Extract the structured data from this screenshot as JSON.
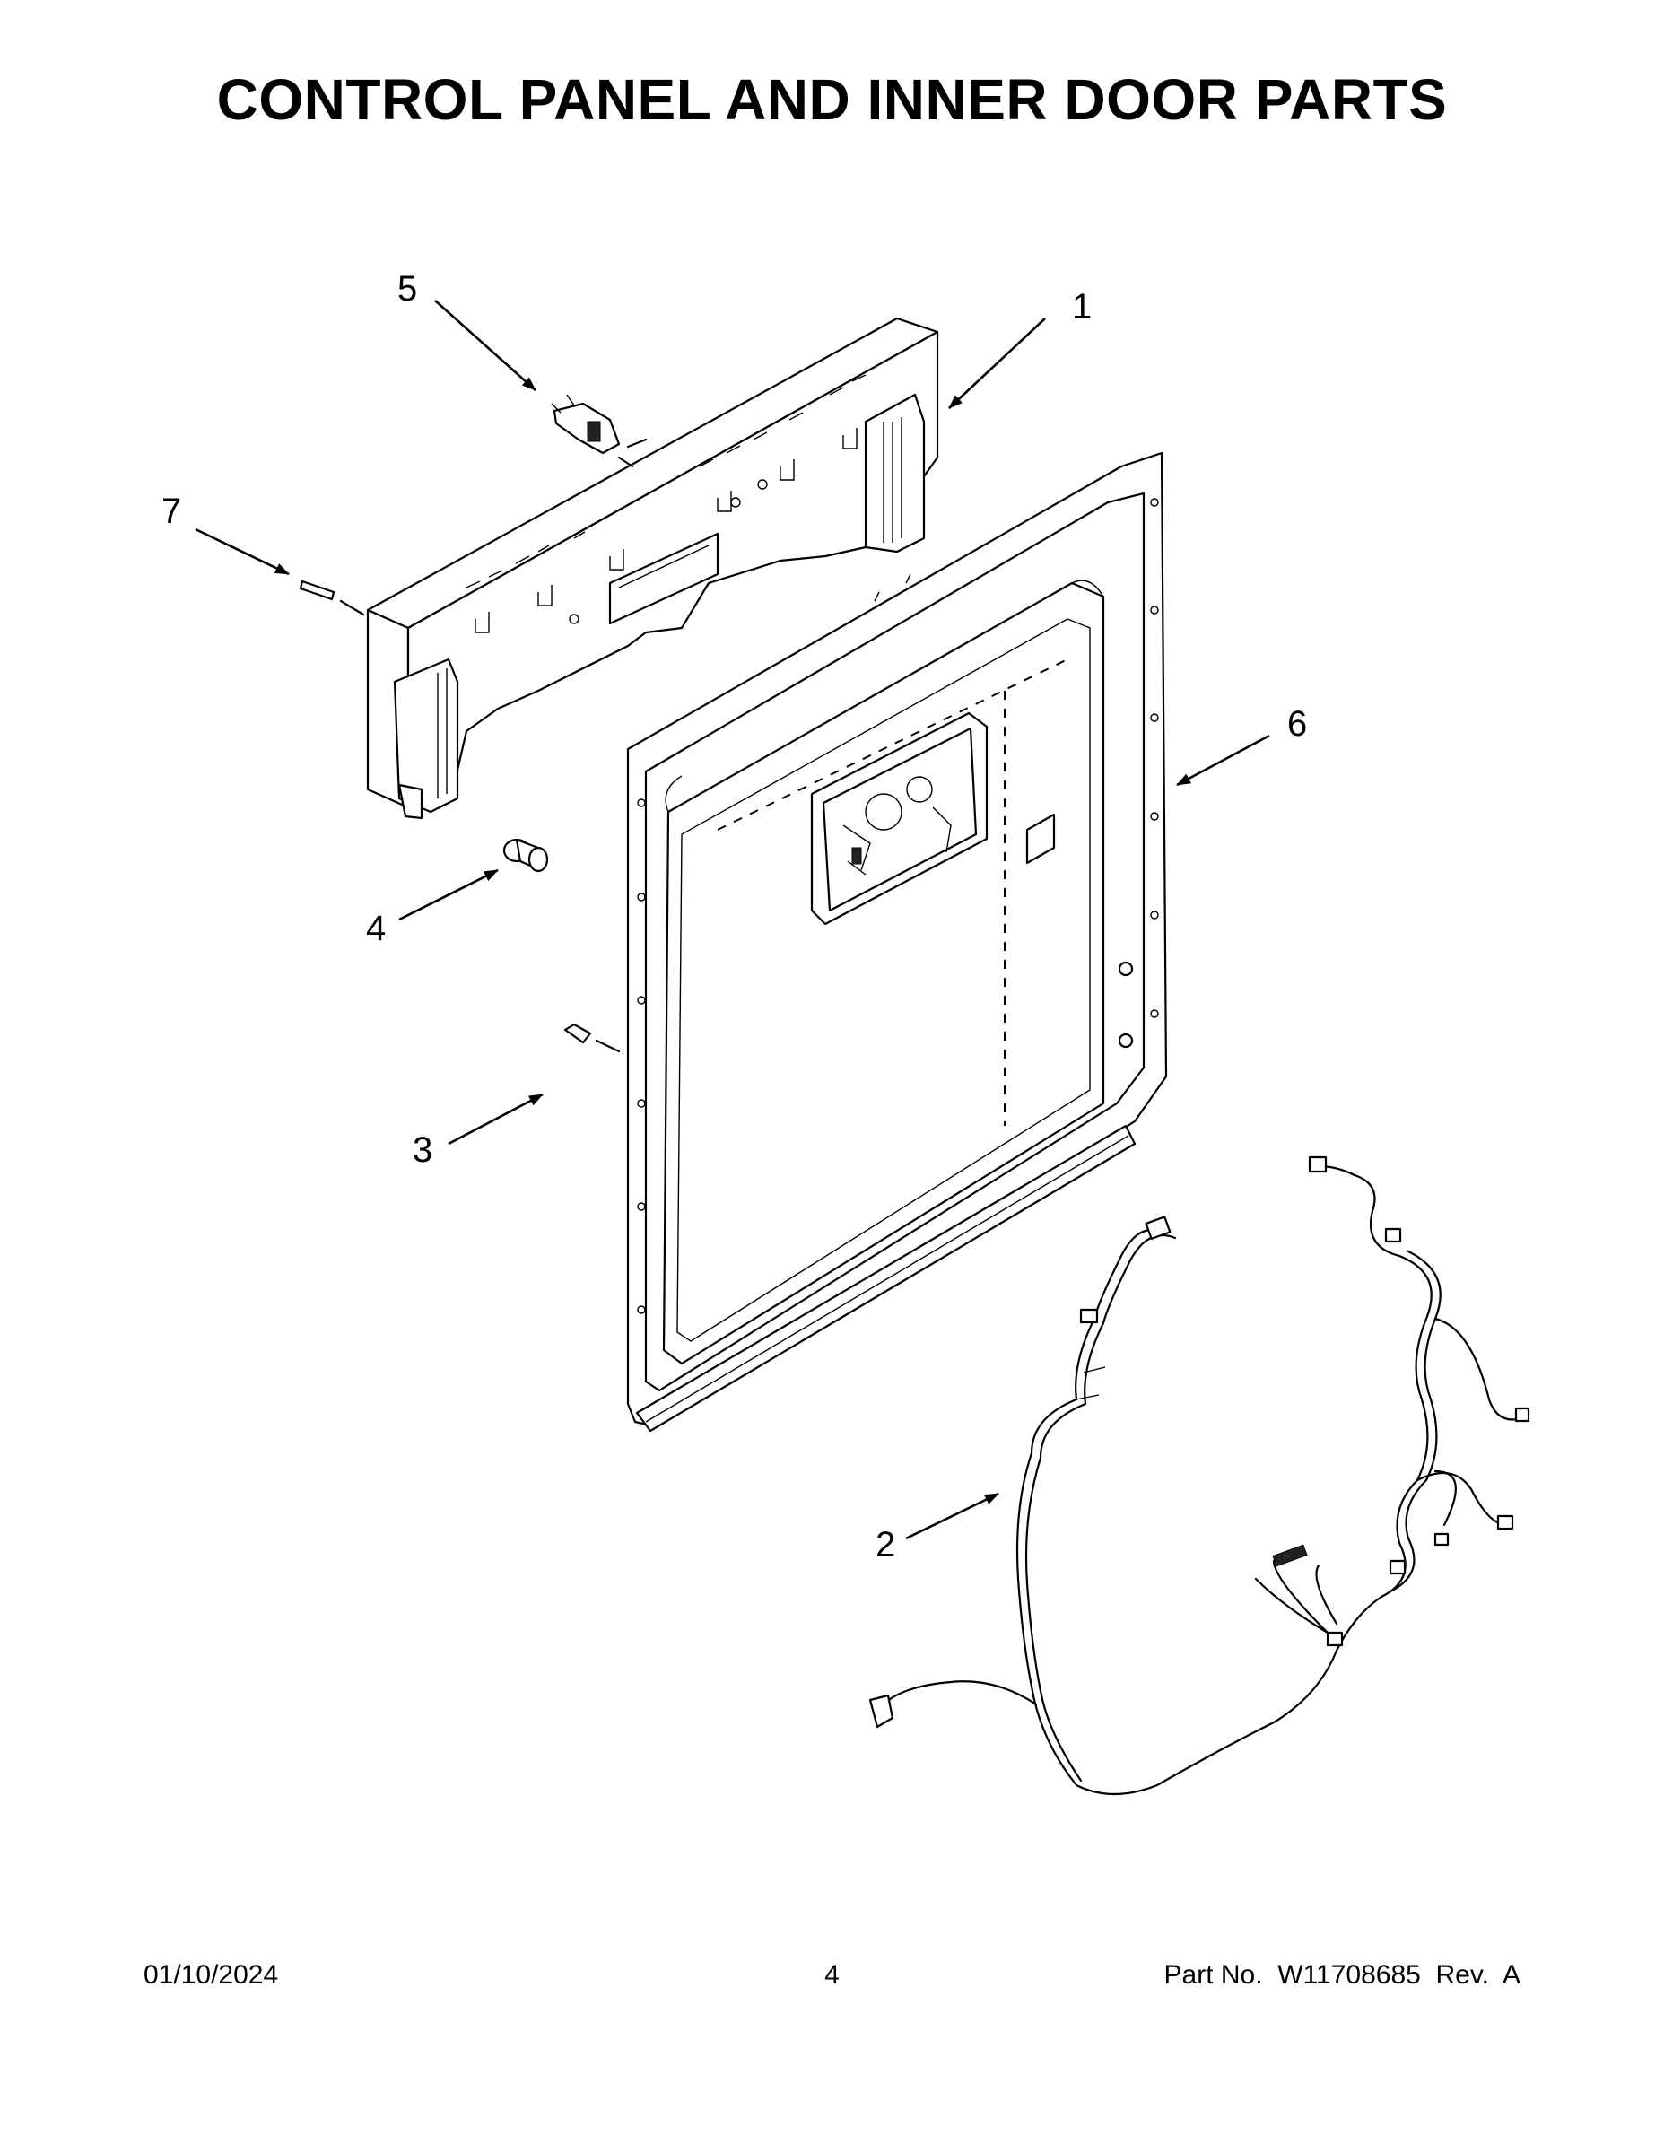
{
  "title": "CONTROL PANEL AND INNER DOOR PARTS",
  "callouts": [
    {
      "id": "1",
      "label": "1"
    },
    {
      "id": "2",
      "label": "2"
    },
    {
      "id": "3",
      "label": "3"
    },
    {
      "id": "4",
      "label": "4"
    },
    {
      "id": "5",
      "label": "5"
    },
    {
      "id": "6",
      "label": "6"
    },
    {
      "id": "7",
      "label": "7"
    }
  ],
  "footer": {
    "date": "01/10/2024",
    "page": "4",
    "part_label": "Part No.",
    "part_number": "W11708685",
    "rev_label": "Rev.",
    "rev": "A"
  }
}
